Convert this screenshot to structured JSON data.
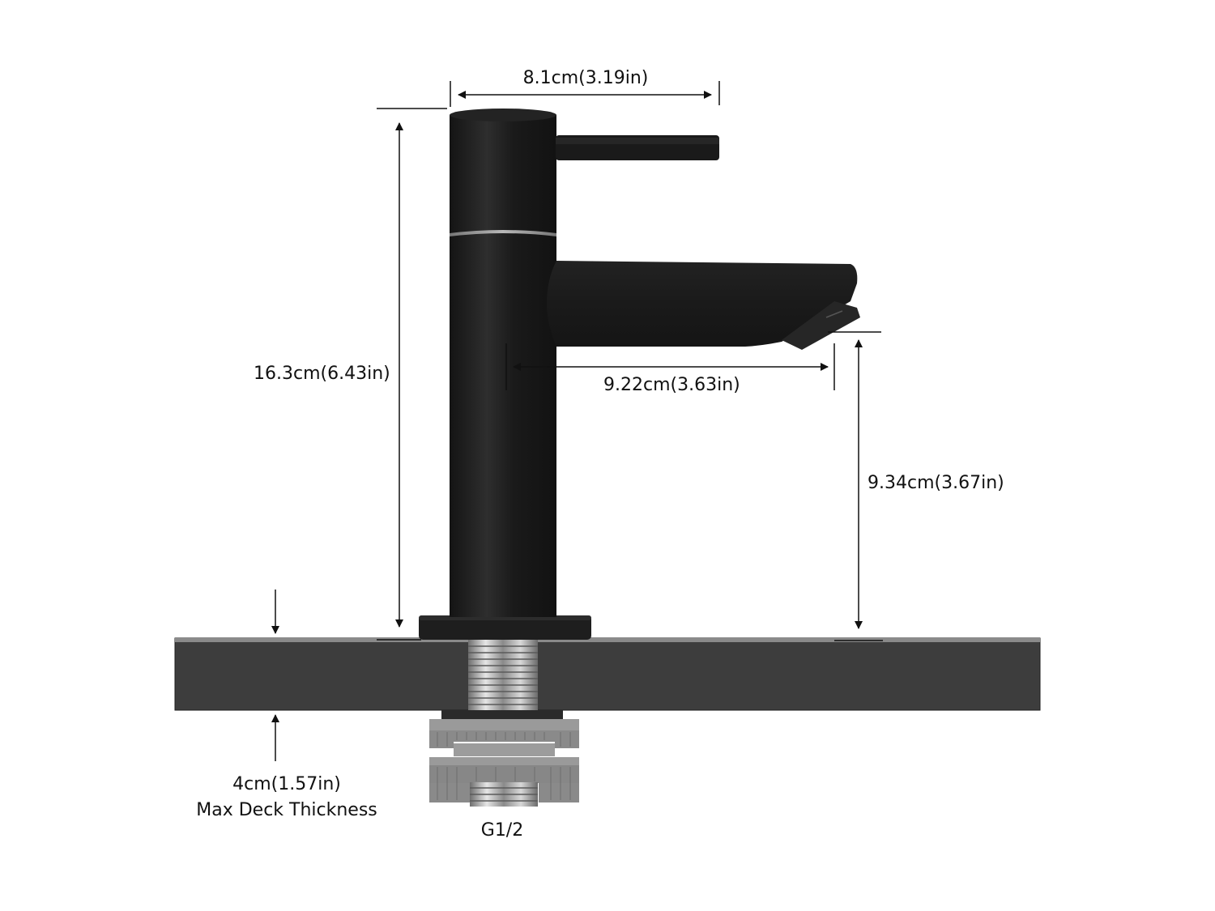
{
  "diagram": {
    "type": "product-dimension-diagram",
    "subject": "single-lever basin faucet (matte black)",
    "colors": {
      "background": "#ffffff",
      "faucet_body": "#1c1c1c",
      "faucet_highlight": "#3a3a3a",
      "trim_ring": "#9a9a9a",
      "deck": "#3d3d3d",
      "deck_top_edge": "#8a8a8a",
      "thread_metal": "#c8c8c8",
      "nut_gray": "#8c8c8c",
      "dimension_lines": "#111111",
      "text": "#111111"
    }
  },
  "dimensions": {
    "width": {
      "label": "8.1cm(3.19in)"
    },
    "total_height": {
      "label": "16.3cm(6.43in)"
    },
    "spout_reach": {
      "label": "9.22cm(3.63in)"
    },
    "spout_height": {
      "label": "9.34cm(3.67in)"
    },
    "deck_thickness": {
      "label": "4cm(1.57in)",
      "caption": "Max Deck Thickness"
    },
    "connector": {
      "label": "G1/2"
    }
  }
}
